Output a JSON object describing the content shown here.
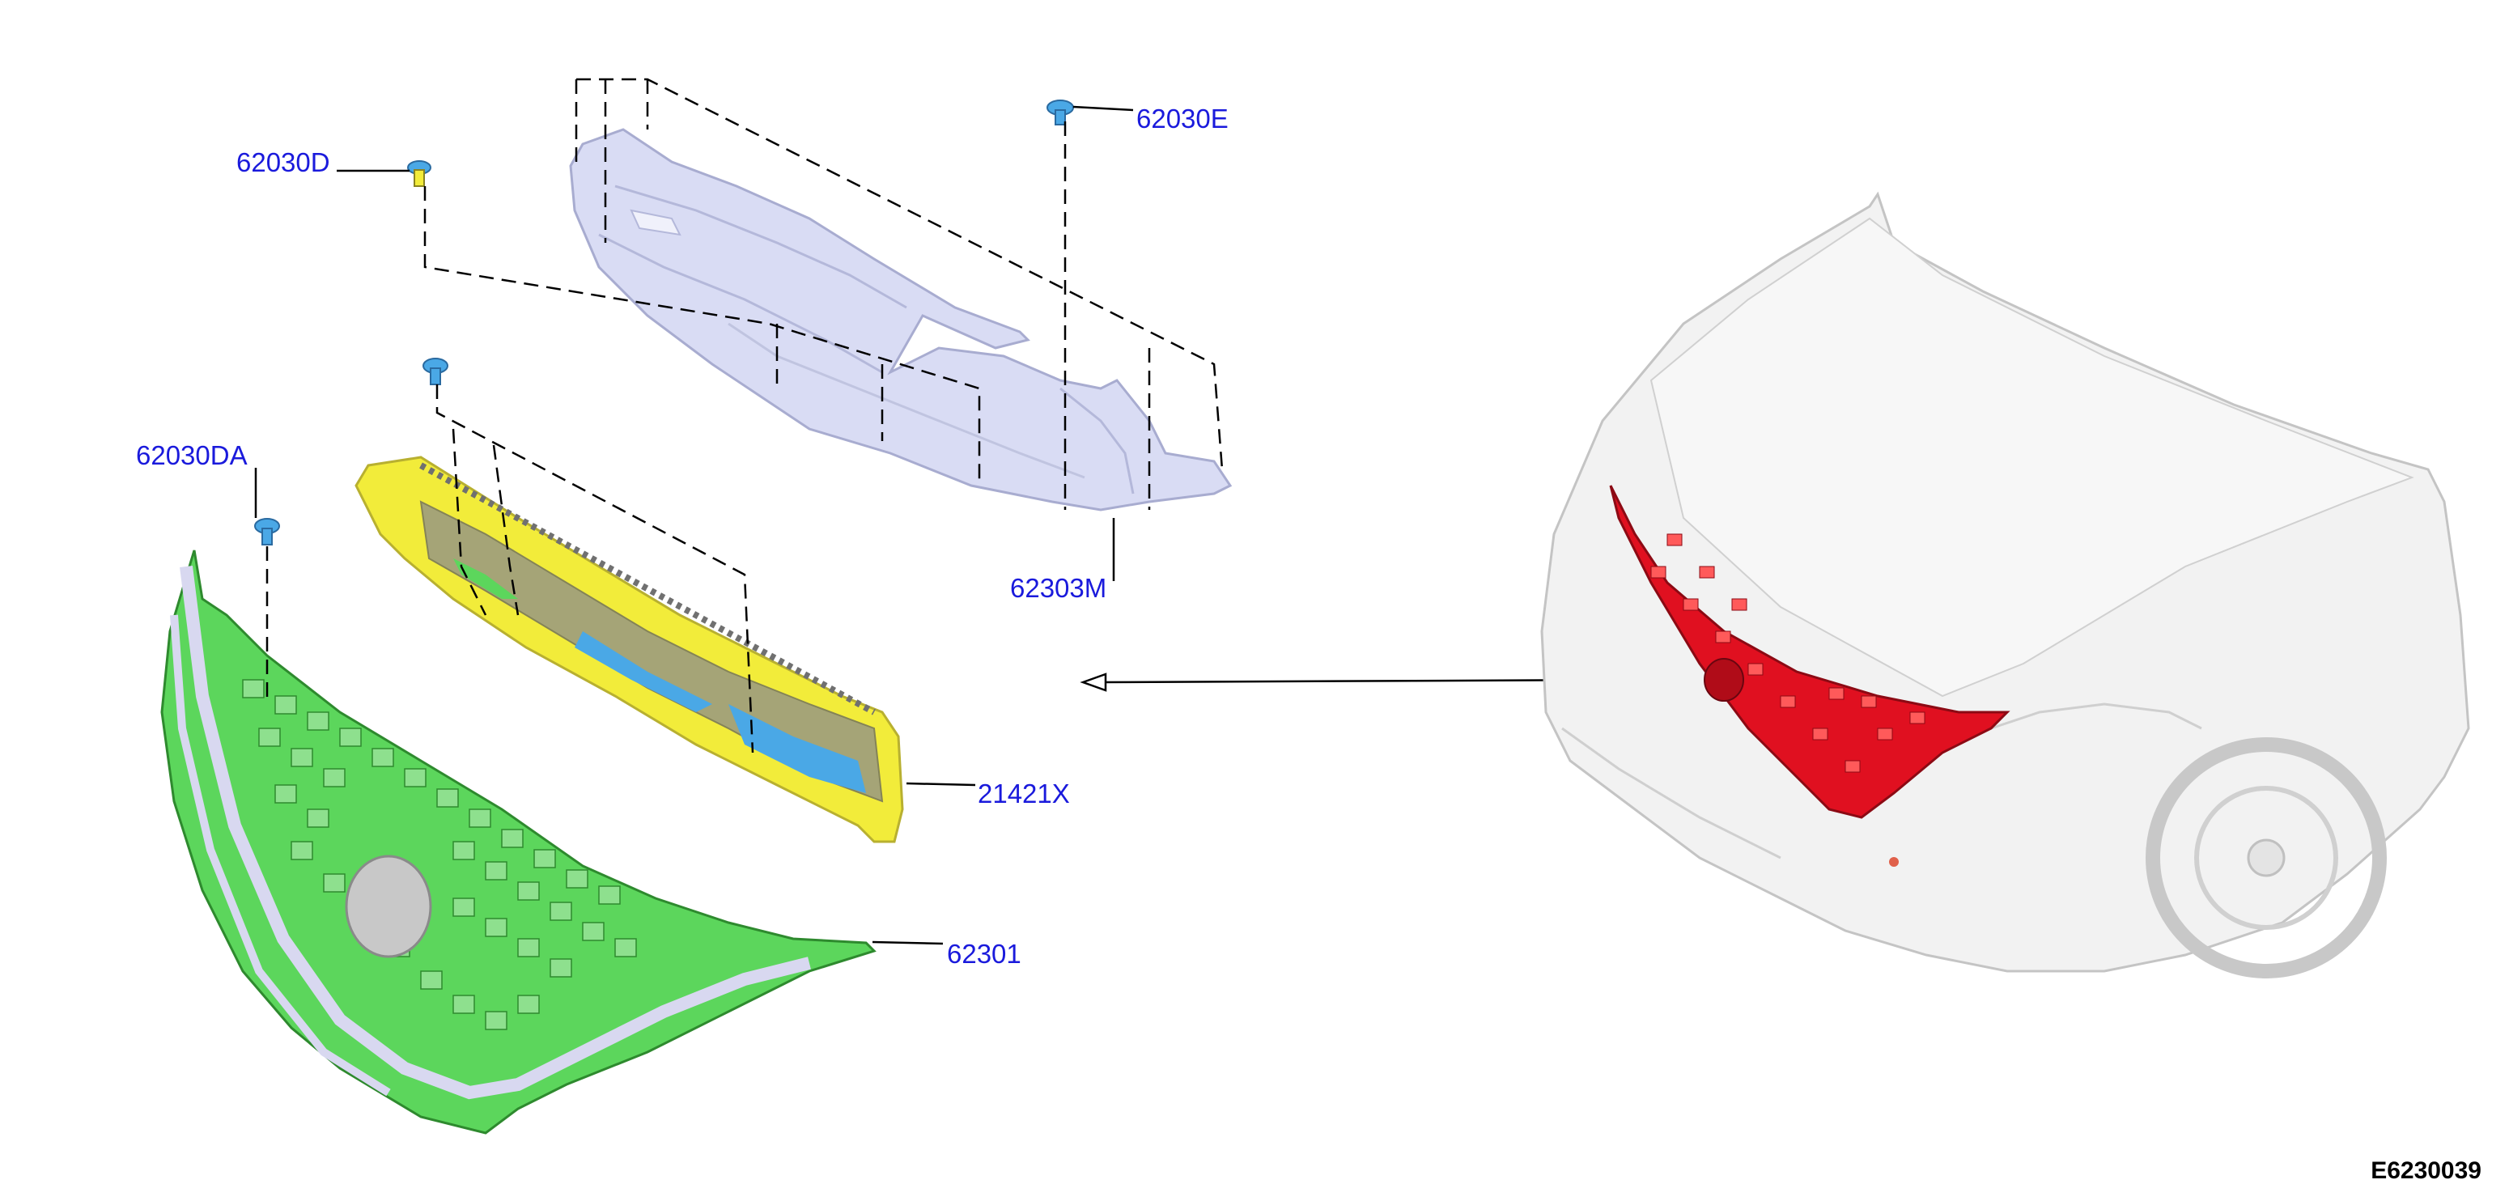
{
  "diagram": {
    "id": "E6230039",
    "callouts": [
      {
        "key": "62030D",
        "label": "62030D"
      },
      {
        "key": "62030E",
        "label": "62030E"
      },
      {
        "key": "62030DA",
        "label": "62030DA"
      },
      {
        "key": "62303M",
        "label": "62303M"
      },
      {
        "key": "21421X",
        "label": "21421X"
      },
      {
        "key": "62301",
        "label": "62301"
      }
    ],
    "colors": {
      "callout_text": "#1a1adc",
      "grille": "#5cd65c",
      "grille_chrome": "#d8d8f0",
      "frame": "#f2ec3a",
      "seal": "#4aa8e6",
      "upper_cover": "#d9dcf4",
      "clip": "#4aa8e6",
      "vehicle_highlight": "#e01020",
      "vehicle_body": "#f2f2f2"
    }
  }
}
